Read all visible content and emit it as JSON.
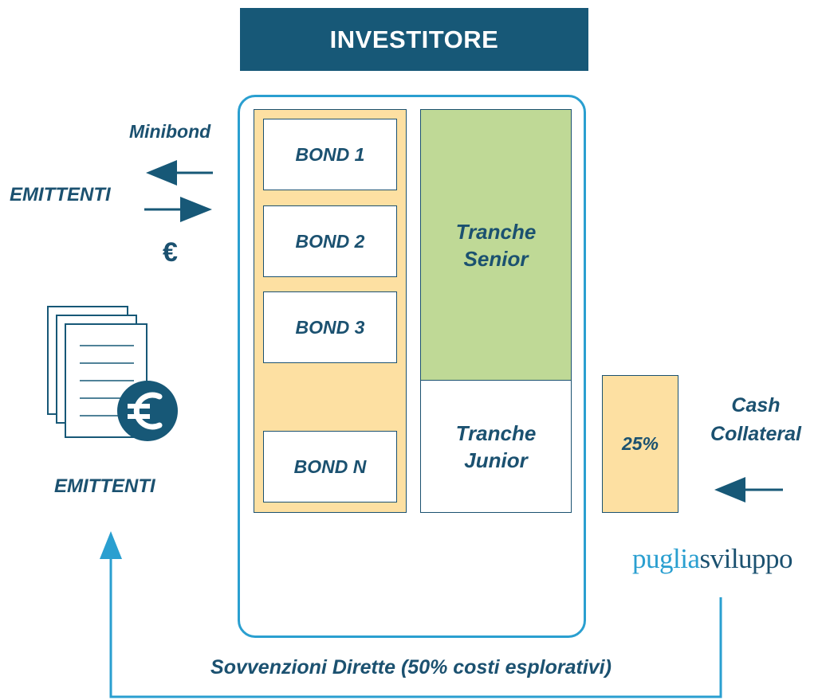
{
  "header": {
    "title": "INVESTITORE"
  },
  "bonds": [
    "BOND 1",
    "BOND 2",
    "BOND 3",
    "BOND N"
  ],
  "tranches": {
    "senior": "Tranche\nSenior",
    "junior": "Tranche\nJunior"
  },
  "left": {
    "minibond": "Minibond",
    "emittenti_top": "EMITTENTI",
    "euro": "€",
    "emittenti_bottom": "EMITTENTI"
  },
  "collateral": {
    "percent": "25%",
    "label_line1": "Cash",
    "label_line2": "Collateral"
  },
  "logo": {
    "part1": "puglia",
    "part2": "sviluppo"
  },
  "bottom": {
    "label": "Sovvenzioni Dirette (50% costi esplorativi)"
  },
  "colors": {
    "navy": "#175877",
    "blue_line": "#2a9fd0",
    "bond_fill": "#fde0a2",
    "senior_fill": "#bfd996"
  },
  "icons": [
    "arrow-left-icon",
    "arrow-right-icon",
    "documents-icon",
    "euro-coin-icon",
    "arrow-up-icon"
  ]
}
